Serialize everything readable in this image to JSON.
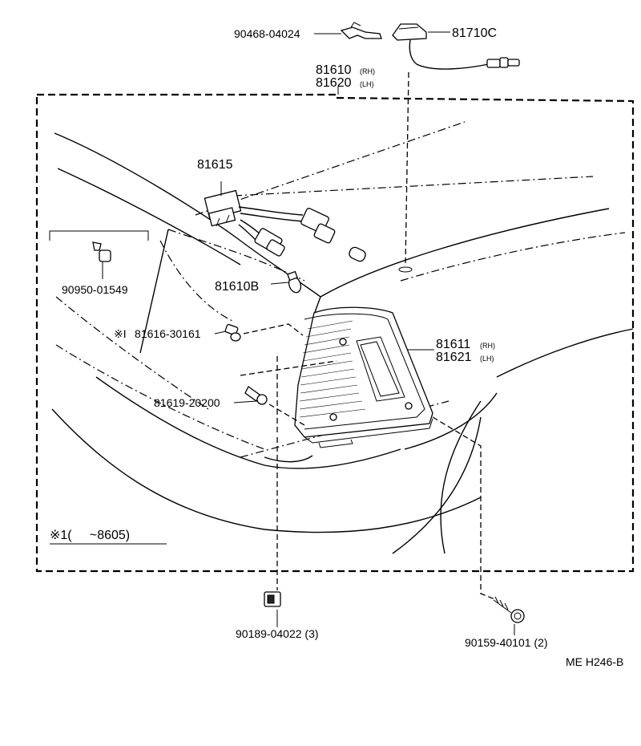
{
  "labels": {
    "p90468": "90468-04024",
    "p81710": "81710C",
    "p81610": "81610",
    "p81610_side": "(RH)",
    "p81620": "81620",
    "p81620_side": "(LH)",
    "p81615": "81615",
    "p90950": "90950-01549",
    "p81610b": "81610B",
    "p81616_mark": "※I",
    "p81616": "81616-30161",
    "p81611": "81611",
    "p81611_side": "(RH)",
    "p81621": "81621",
    "p81621_side": "(LH)",
    "p81619": "81619-20200",
    "note": "※1(     ~8605)",
    "p90189": "90189-04022 (3)",
    "p90159": "90159-40101 (2)",
    "code": "ME H246-B"
  }
}
